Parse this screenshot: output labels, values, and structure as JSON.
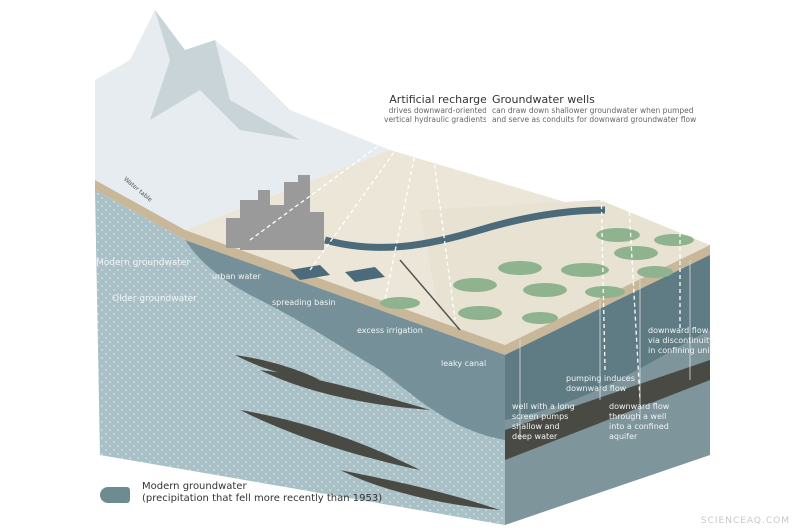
{
  "colors": {
    "modern_groundwater": "#6f8b92",
    "older_groundwater": "#a9c0c7",
    "land": "#ece6d8",
    "fields": "#8fb38e",
    "river": "#4b6b7a",
    "confining_unit": "#4a4a45"
  },
  "callouts": {
    "artificial_recharge": {
      "title": "Artificial recharge",
      "line1": "drives downward-oriented",
      "line2": "vertical hydraulic gradients"
    },
    "groundwater_wells": {
      "title": "Groundwater wells",
      "line1": "can draw down shallower groundwater when pumped",
      "line2": "and serve as conduits for downward groundwater flow"
    }
  },
  "labels": {
    "water_table": "Water table",
    "modern_groundwater": "Modern groundwater",
    "older_groundwater": "Older groundwater",
    "urban_water": "urban water",
    "spreading_basin": "spreading basin",
    "excess_irrigation": "excess irrigation",
    "leaky_canal": "leaky canal",
    "pumping_induces": [
      "pumping induces",
      "downward flow"
    ],
    "well_long_screen": [
      "well with a long",
      "screen pumps",
      "shallow and",
      "deep water"
    ],
    "downward_flow_well": [
      "downward flow",
      "through a well",
      "into a confined",
      "aquifer"
    ],
    "downward_flow_discontinuity": [
      "downward flow",
      "via discontinuity",
      "in confining unit"
    ]
  },
  "legend": {
    "title": "Modern groundwater",
    "subtitle": "(precipitation that fell more recently than 1953)"
  },
  "watermark": "SCIENCEAQ.COM"
}
